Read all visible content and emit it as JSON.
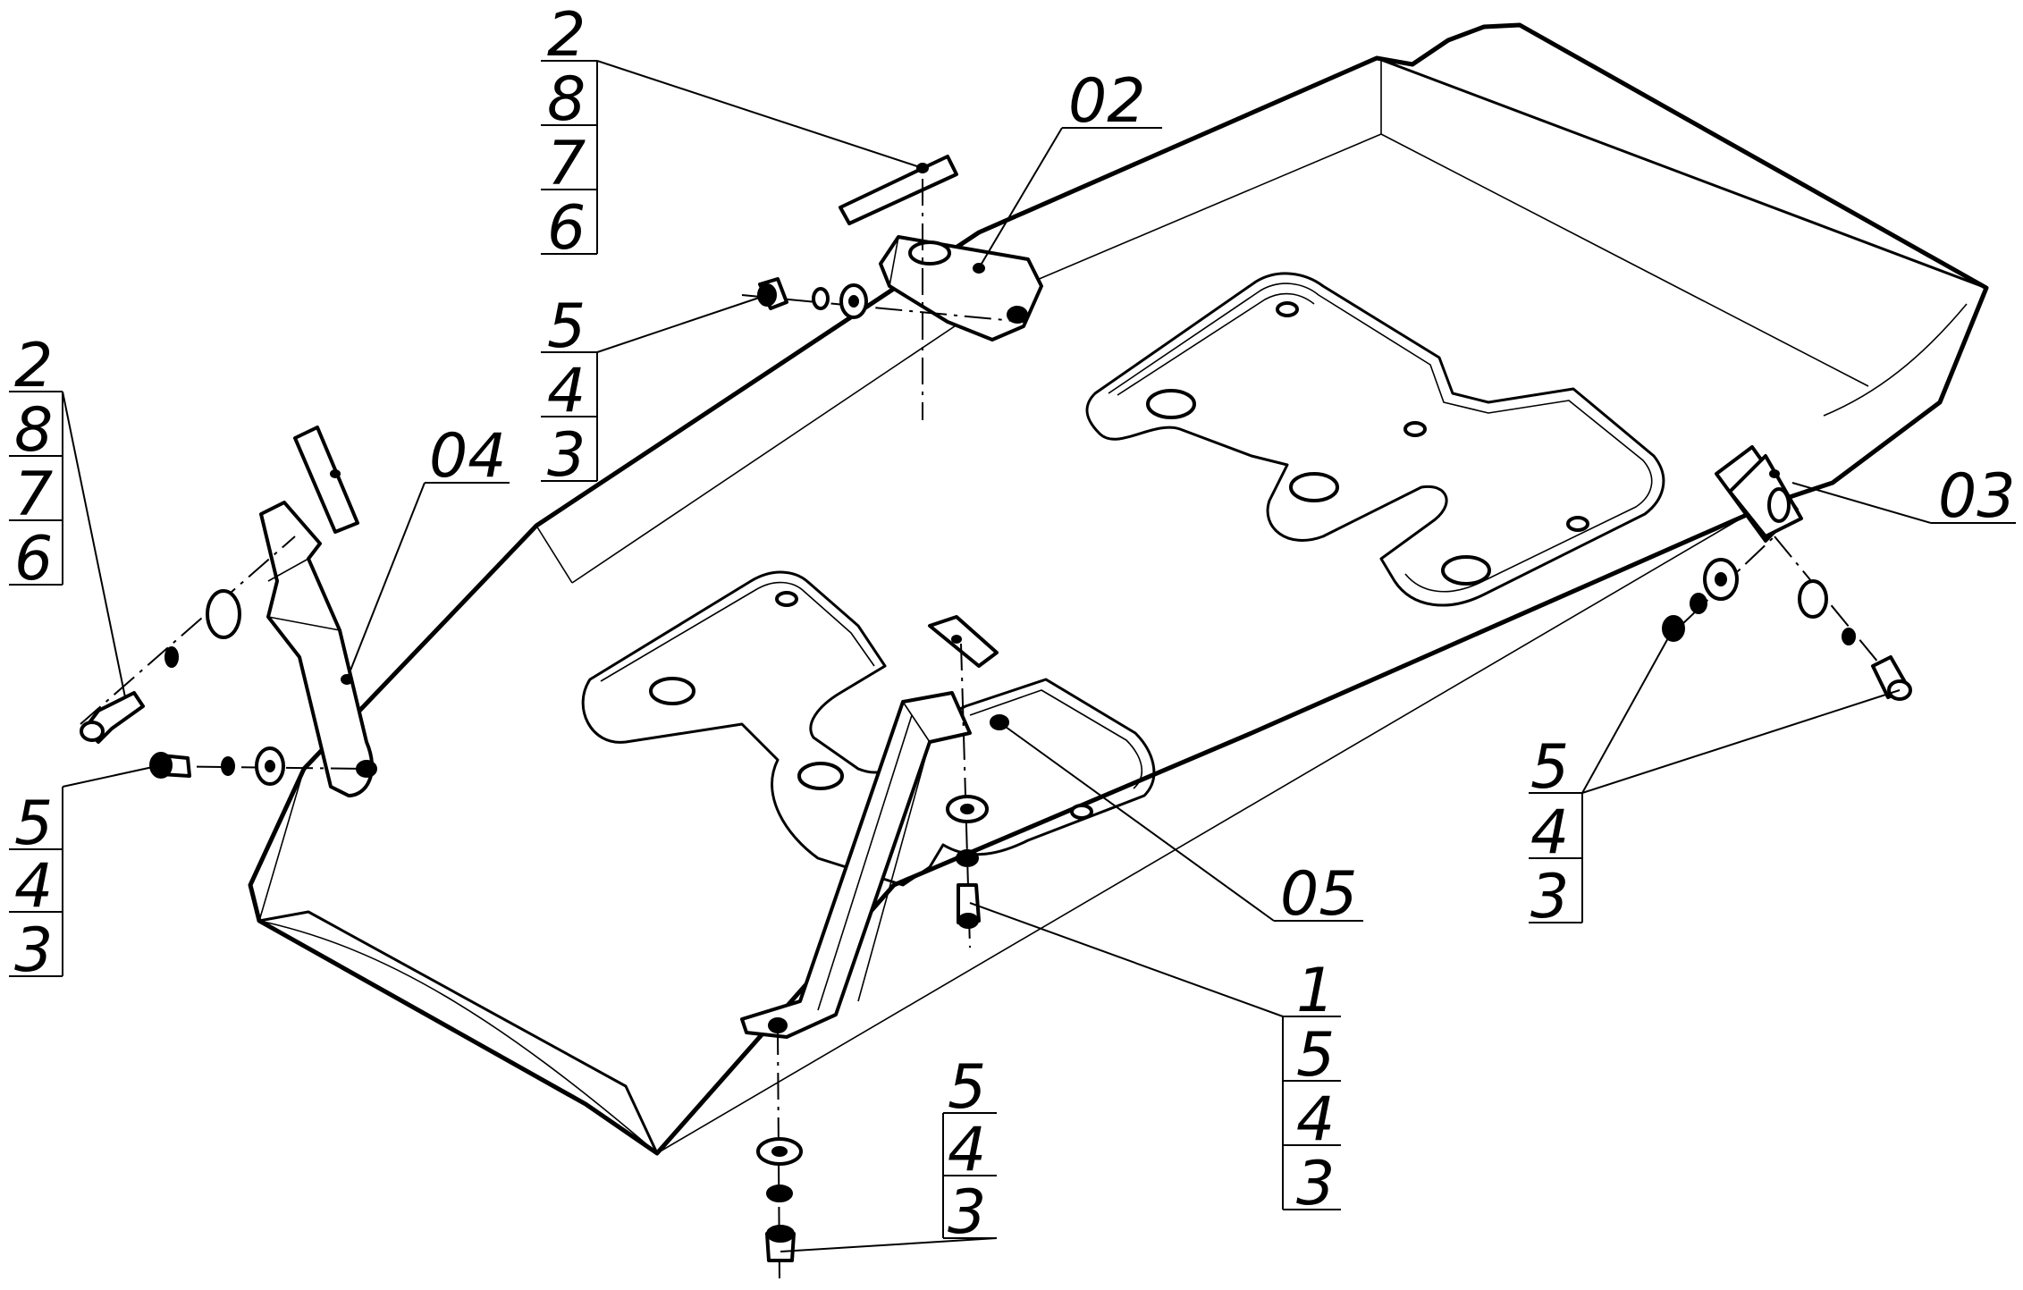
{
  "callouts": {
    "stack_top": [
      "2",
      "8",
      "7",
      "6"
    ],
    "stack_top_bolt": [
      "5",
      "4",
      "3"
    ],
    "label_02": "02",
    "stack_left_top": [
      "2",
      "8",
      "7",
      "6"
    ],
    "label_04": "04",
    "stack_left_bottom": [
      "5",
      "4",
      "3"
    ],
    "label_03": "03",
    "stack_right": [
      "5",
      "4",
      "3"
    ],
    "label_05": "05",
    "stack_center": [
      "1",
      "5",
      "4",
      "3"
    ],
    "stack_bottom": [
      "5",
      "4",
      "3"
    ]
  }
}
